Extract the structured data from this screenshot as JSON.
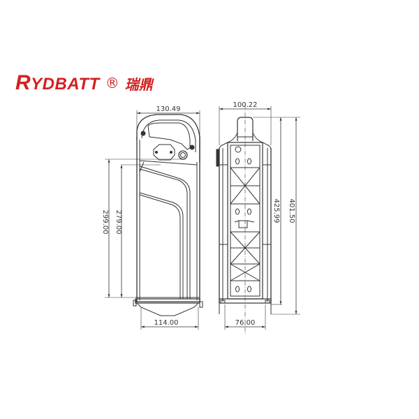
{
  "brand": {
    "name_first": "R",
    "name_rest": "YDBATT",
    "registered_mark": "®",
    "chinese_name": "瑞鼎",
    "color": "#d42020"
  },
  "front_view": {
    "width_top": "130.49",
    "height_outer": "299.00",
    "height_inner": "279.00",
    "width_bottom": "114.00"
  },
  "side_view": {
    "width_top": "100.22",
    "height_inner": "425.99",
    "height_outer": "401.50",
    "width_bottom": "76.00"
  },
  "line_color": "#333333"
}
